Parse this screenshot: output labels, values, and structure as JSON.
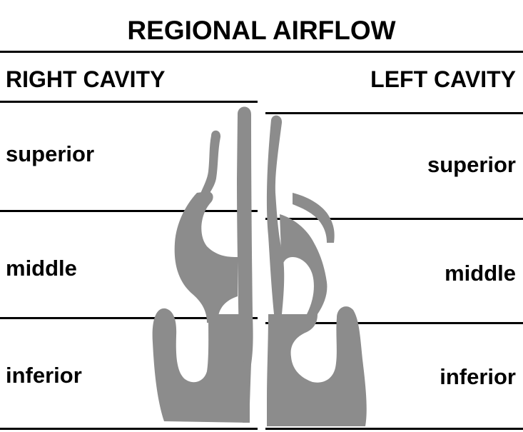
{
  "title": "REGIONAL AIRFLOW",
  "right_cavity": {
    "header": "RIGHT CAVITY",
    "regions": [
      "superior",
      "middle",
      "inferior"
    ]
  },
  "left_cavity": {
    "header": "LEFT CAVITY",
    "regions": [
      "superior",
      "middle",
      "inferior"
    ]
  },
  "colors": {
    "cavity_fill": "#8c8c8c",
    "line": "#000000",
    "background": "#ffffff"
  }
}
